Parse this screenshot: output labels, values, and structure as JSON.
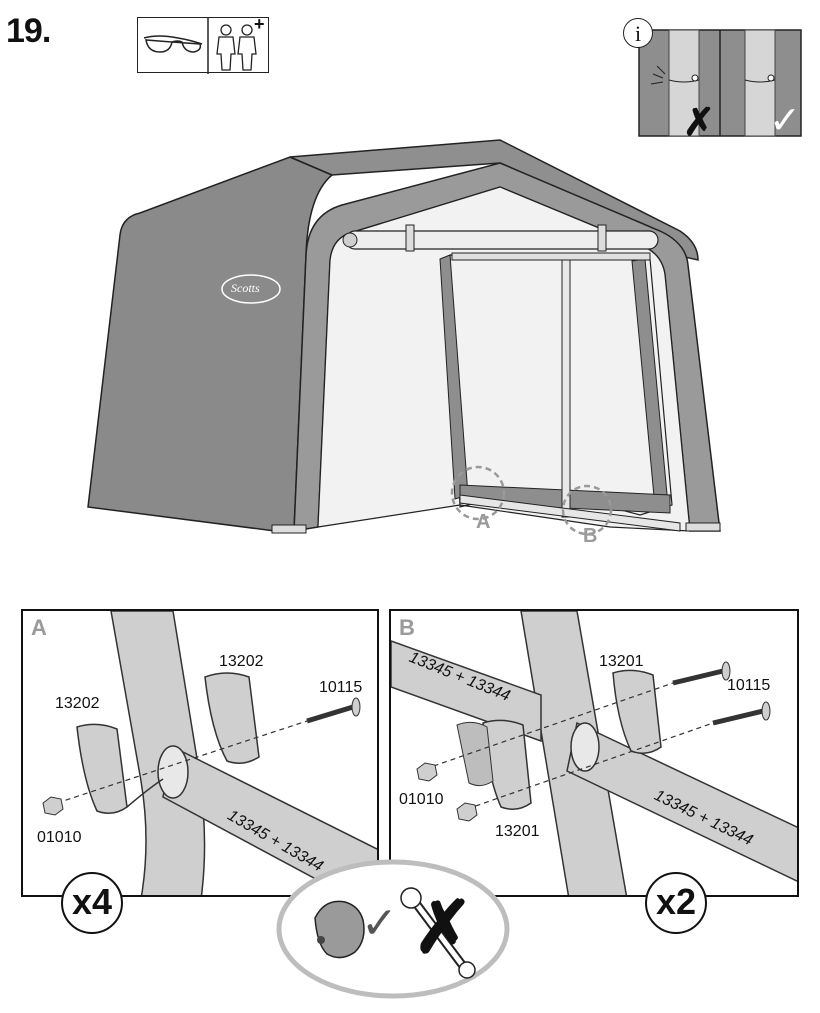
{
  "step": {
    "number": "19."
  },
  "safety": {
    "icons": [
      "safety-glasses-icon",
      "two-person-icon"
    ],
    "plus": "+"
  },
  "info": {
    "symbol": "i",
    "incorrect": "✗",
    "correct": "✓"
  },
  "main": {
    "brand": "Scotts",
    "callouts": {
      "a": "A",
      "b": "B"
    }
  },
  "panel_a": {
    "letter": "A",
    "labels": {
      "bracket_top": "13202",
      "bracket_left": "13202",
      "bolt": "10115",
      "nut": "01010",
      "pipe": "13345 + 13344"
    },
    "multiplier": "x4"
  },
  "panel_b": {
    "letter": "B",
    "labels": {
      "pipe_top": "13345 + 13344",
      "bracket_top": "13201",
      "bolt": "10115",
      "nut": "01010",
      "bracket_bottom": "13201",
      "pipe_bottom": "13345 + 13344"
    },
    "multiplier": "x2"
  },
  "tools": {
    "hand_ok": "✓",
    "wrench_no": "✗"
  }
}
